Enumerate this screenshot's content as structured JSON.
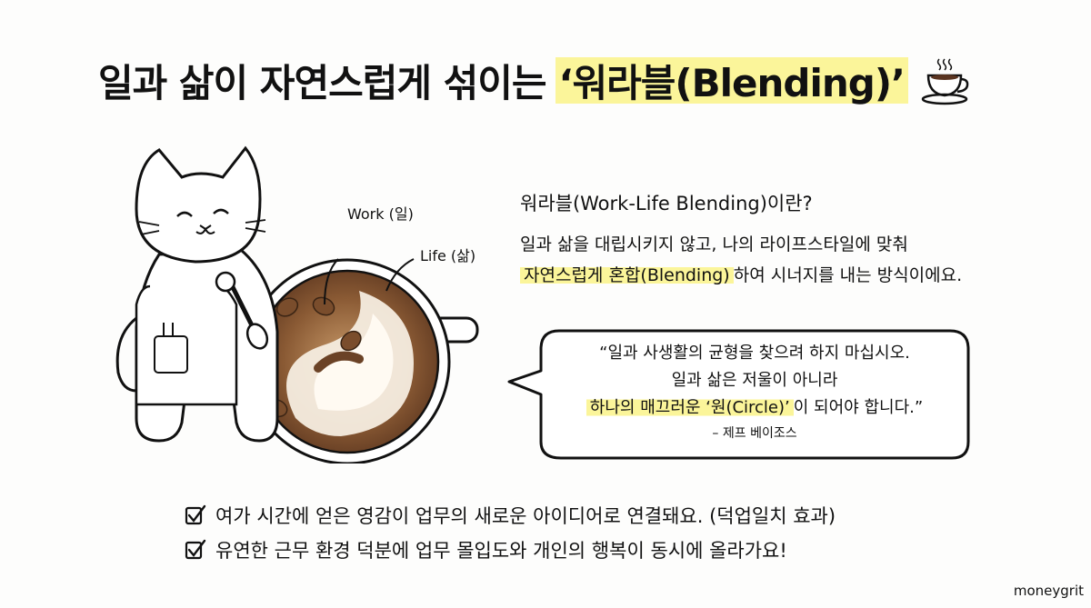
{
  "header": {
    "title_prefix": "일과 삶이 자연스럽게 섞이는",
    "title_highlight": "‘워라블(Blending)’",
    "icon": "coffee-cup-icon"
  },
  "illustration": {
    "description": "cat barista stirring a latte",
    "label_work": "Work (일)",
    "label_life": "Life (삶)",
    "colors": {
      "coffee_dark": "#6b4226",
      "coffee_mid": "#a87446",
      "milk": "#f6ede0",
      "bean": "#7a4d2c"
    }
  },
  "definition": {
    "heading": "워라블(Work-Life Blending)이란?",
    "line1": "일과 삶을 대립시키지 않고, 나의 라이프스타일에 맞춰",
    "line2_highlight": "자연스럽게 혼합(Blending)",
    "line2_rest": "하여 시너지를 내는 방식이에요."
  },
  "quote": {
    "line1": "“일과 사생활의 균형을 찾으려 하지 마십시오.",
    "line2": "일과 삶은 저울이 아니라",
    "line3_highlight": "하나의 매끄러운 ‘원(Circle)’",
    "line3_rest": "이 되어야 합니다.”",
    "author": "– 제프 베이조스"
  },
  "checklist": [
    {
      "icon": "checkbox-checked-icon",
      "text": "여가 시간에 얻은 영감이 업무의 새로운 아이디어로 연결돼요. (덕업일치 효과)"
    },
    {
      "icon": "checkbox-checked-icon",
      "text": "유연한 근무 환경 덕분에 업무 몰입도와 개인의 행복이 동시에 올라가요!"
    }
  ],
  "watermark": "moneygrit",
  "colors": {
    "highlight": "#fbf59a",
    "text": "#111111",
    "background": "#fdfdfc"
  }
}
